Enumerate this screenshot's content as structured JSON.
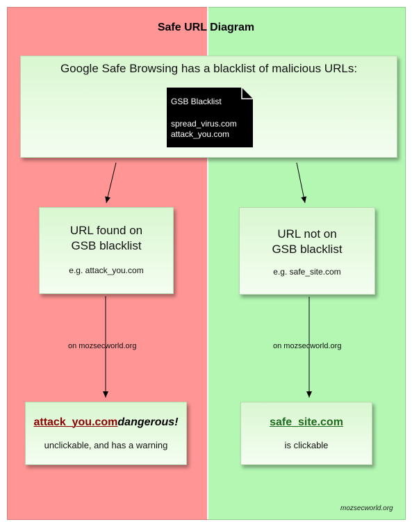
{
  "diagram": {
    "title": "Safe URL Diagram",
    "intro": "Google Safe Browsing has a blacklist of malicious URLs:",
    "blacklist": {
      "title": "GSB Blacklist",
      "entries": [
        "spread_virus.com",
        "attack_you.com"
      ]
    },
    "found": {
      "title_line1": "URL found on",
      "title_line2": "GSB blacklist",
      "example": "e.g. attack_you.com"
    },
    "not_found": {
      "title_line1": "URL not on",
      "title_line2": "GSB blacklist",
      "example": "e.g. safe_site.com"
    },
    "edge_label_left": "on mozsecworld.org",
    "edge_label_right": "on mozsecworld.org",
    "dangerous_result": {
      "link": "attack_you.com",
      "suffix": "dangerous!",
      "note": "unclickable, and has a warning"
    },
    "safe_result": {
      "link": "safe_site.com",
      "note": "is clickable"
    },
    "footer": "mozsecworld.org"
  },
  "colors": {
    "danger_background": "#ff9695",
    "safe_background": "#b3f7b3",
    "danger_link": "#8b0000",
    "safe_link": "#1d6b1d",
    "blacklist_doc": "#000000"
  }
}
